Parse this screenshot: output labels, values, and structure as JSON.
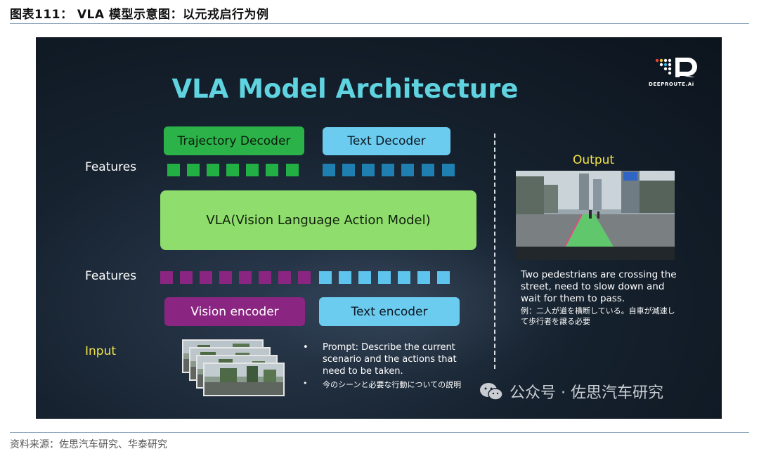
{
  "figure": {
    "title": "图表111： VLA 模型示意图：以元戎启行为例",
    "source": "资料来源：佐思汽车研究、华泰研究"
  },
  "slide": {
    "title": "VLA Model Architecture",
    "logo_text": "DEEPROUTE.Ai",
    "trajectory_decoder": "Trajectory Decoder",
    "text_decoder": "Text Decoder",
    "features_top": "Features",
    "vla_model": "VLA(Vision Language Action Model)",
    "features_bottom": "Features",
    "vision_encoder": "Vision encoder",
    "text_encoder": "Text encoder",
    "input_label": "Input",
    "prompt_en": "Prompt: Describe the current scenario and the actions that need to be taken.",
    "prompt_jp": "今のシーンと必要な行動についての説明",
    "output_label": "Output",
    "output_caption_en": "Two pedestrians are crossing the street, need to slow down and wait for them to pass.",
    "output_caption_jp": "例：二人が道を横断している。自車が減速して歩行者を譲る必要",
    "bullet": "•",
    "watermark": "公众号 · 佐思汽车研究",
    "colors": {
      "title": "#5fd3e0",
      "trajectory_decoder": "#2bb34a",
      "text_decoder": "#6cccf0",
      "vla_model": "#8fdd6c",
      "vision_encoder": "#8b2582",
      "text_encoder": "#6cccf0",
      "highlight_label": "#f2e34a"
    }
  }
}
